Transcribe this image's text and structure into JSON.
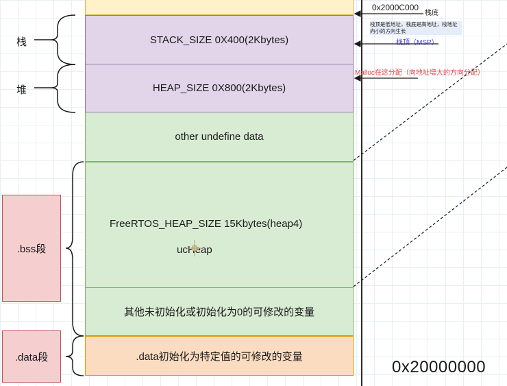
{
  "blocks": {
    "stack": "STACK_SIZE 0X400(2Kbytes)",
    "heap": "HEAP_SIZE 0X800(2Kbytes)",
    "other": "other undefine data",
    "freertos": "FreeRTOS_HEAP_SIZE 15Kbytes(heap4)",
    "ucheap": "ucHeap",
    "bss_other": "其他未初始化或初始化为0的可修改的变量",
    "data": ".data初始化为特定值的可修改的变量"
  },
  "left_labels": {
    "stack": "栈",
    "heap": "堆",
    "bss": ".bss段",
    "data": ".data段"
  },
  "annotations": {
    "top_address": "0x2000C000",
    "stack_bottom": "栈底",
    "stack_note": "栈顶是低地址，栈底是高地址，栈地址向小的方向生长",
    "stack_top": "栈顶（MSP）",
    "malloc_note": "Malloc在这分配（向地址增大的方向分配）",
    "bottom_address": "0x20000000"
  },
  "colors": {
    "purple_fill": "#e2d5ea",
    "green_fill": "#d8ebd3",
    "orange_fill": "#fbdcc0",
    "red_fill": "#f5ced0",
    "yellow_fill": "#fff1c8",
    "annotation_red": "#e24a4a",
    "annotation_blue": "#3b3bd6"
  }
}
